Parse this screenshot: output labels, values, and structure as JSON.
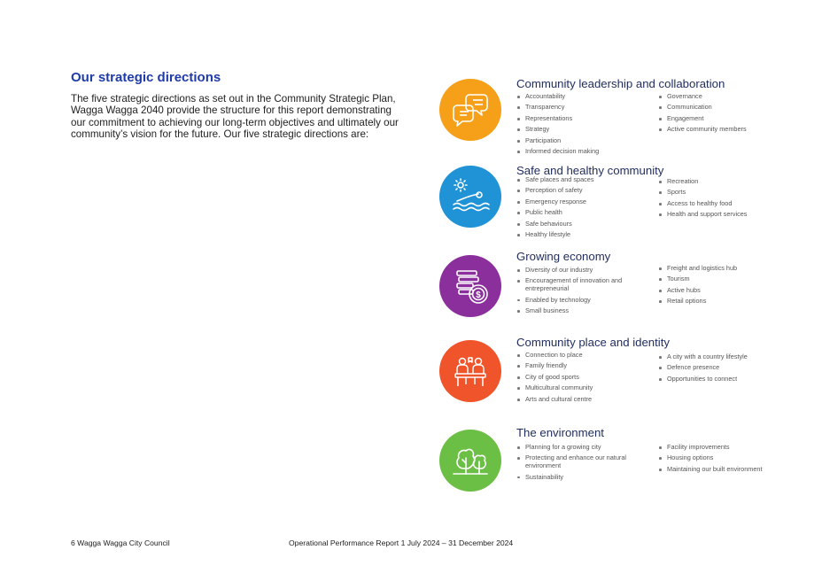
{
  "heading": "Our strategic directions",
  "intro": "The five strategic directions as set out in the Community Strategic Plan, Wagga Wagga 2040 provide the structure for this report demonstrating our commitment to achieving our long-term objectives and ultimately our community’s vision for the future. Our five strategic directions are:",
  "directions": [
    {
      "title": "Community leadership and collaboration",
      "color": "#f6a01a",
      "icon": "speech-bubbles-icon",
      "left": [
        "Accountability",
        "Transparency",
        "Representations",
        "Strategy",
        "Participation",
        "Informed decision making"
      ],
      "right": [
        "Governance",
        "Communication",
        "Engagement",
        "Active community members"
      ]
    },
    {
      "title": "Safe and healthy community",
      "color": "#1f93d6",
      "icon": "swimmer-icon",
      "left": [
        "Safe places and spaces",
        "Perception of safety",
        "Emergency response",
        "Public health",
        "Safe behaviours",
        "Healthy lifestyle"
      ],
      "right": [
        "Recreation",
        "Sports",
        "Access to healthy food",
        "Health and support services"
      ]
    },
    {
      "title": "Growing economy",
      "color": "#8b2f9c",
      "icon": "coins-icon",
      "left": [
        "Diversity of our industry",
        "Encouragement of innovation and entrepreneurial",
        "Enabled by technology",
        "Small business"
      ],
      "right": [
        "Freight and logistics hub",
        "Tourism",
        "Active hubs",
        "Retail options"
      ]
    },
    {
      "title": "Community place and identity",
      "color": "#f0542a",
      "icon": "people-meeting-icon",
      "left": [
        "Connection to place",
        "Family friendly",
        "City of good sports",
        "Multicultural community",
        "Arts and cultural centre"
      ],
      "right": [
        "A city with a country lifestyle",
        "Defence presence",
        "Opportunities to connect"
      ]
    },
    {
      "title": "The environment",
      "color": "#6cbf45",
      "icon": "trees-icon",
      "left": [
        "Planning for a growing city",
        "Protecting and enhance our natural environment",
        "Sustainability"
      ],
      "right": [
        "Facility improvements",
        "Housing options",
        "Maintaining our built environment"
      ]
    }
  ],
  "footer": {
    "left": "6  Wagga Wagga City Council",
    "center": "Operational Performance Report 1 July 2024 – 31 December 2024"
  }
}
